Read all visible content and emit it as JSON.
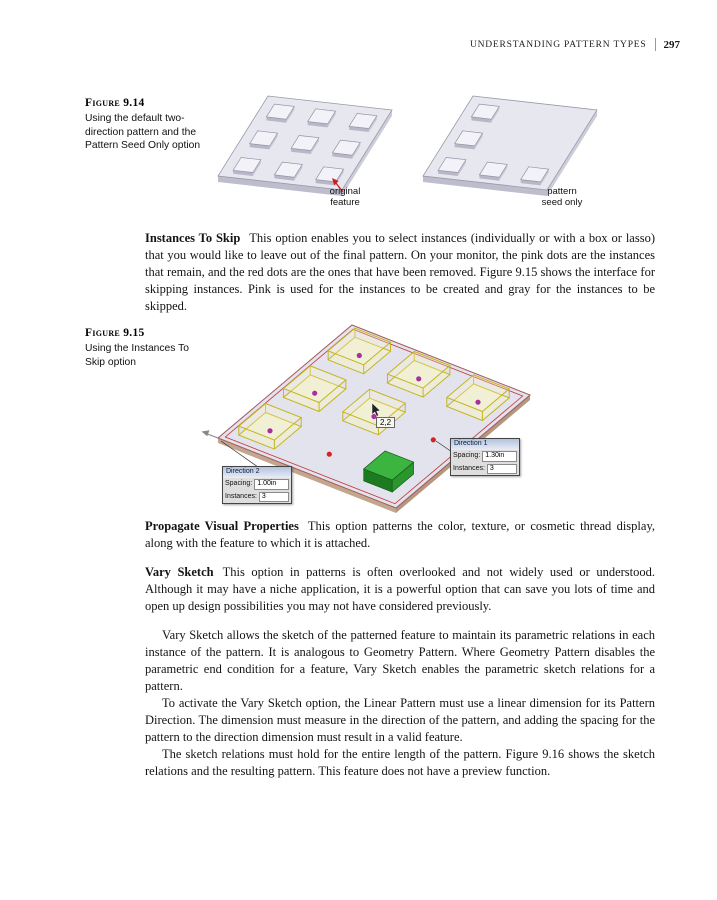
{
  "header": {
    "running_head": "UNDERSTANDING PATTERN TYPES",
    "page_number": "297"
  },
  "figure_9_14": {
    "label": "Figure 9.14",
    "caption": "Using the default two-direction pattern and the Pattern Seed Only option",
    "annotation_left_line1": "original",
    "annotation_left_line2": "feature",
    "annotation_right_line1": "pattern",
    "annotation_right_line2": "seed only"
  },
  "figure_9_15": {
    "label": "Figure 9.15",
    "caption": "Using the Instances To Skip option",
    "tooltip": "2,2",
    "callout_direction1": {
      "title": "Direction 1",
      "spacing_label": "Spacing:",
      "spacing_value": "1.30in",
      "instances_label": "Instances:",
      "instances_value": "3"
    },
    "callout_direction2": {
      "title": "Direction 2",
      "spacing_label": "Spacing:",
      "spacing_value": "1.00in",
      "instances_label": "Instances:",
      "instances_value": "3"
    }
  },
  "paragraphs": {
    "instances_to_skip": {
      "heading": "Instances To Skip",
      "body": "This option enables you to select instances (individually or with a box or lasso) that you would like to leave out of the final pattern. On your monitor, the pink dots are the instances that remain, and the red dots are the ones that have been removed. Figure 9.15 shows the interface for skipping instances. Pink is used for the instances to be created and gray for the instances to be skipped."
    },
    "propagate": {
      "heading": "Propagate Visual Properties",
      "body": "This option patterns the color, texture, or cosmetic thread display, along with the feature to which it is attached."
    },
    "vary_sketch": {
      "heading": "Vary Sketch",
      "body": "This option in patterns is often overlooked and not widely used or understood. Although it may have a niche application, it is a powerful option that can save you lots of time and open up design possibilities you may not have considered previously."
    },
    "vary_sketch_2": "Vary Sketch allows the sketch of the patterned feature to maintain its parametric relations in each instance of the pattern. It is analogous to Geometry Pattern. Where Geometry Pattern disables the parametric end condition for a feature, Vary Sketch enables the parametric sketch relations for a pattern.",
    "vary_sketch_3": "To activate the Vary Sketch option, the Linear Pattern must use a linear dimension for its Pattern Direction. The dimension must measure in the direction of the pattern, and adding the spacing for the pattern to the direction dimension must result in a valid feature.",
    "vary_sketch_4": "The sketch relations must hold for the entire length of the pattern. Figure 9.16 shows the sketch relations and the resulting pattern. This feature does not have a preview function."
  }
}
